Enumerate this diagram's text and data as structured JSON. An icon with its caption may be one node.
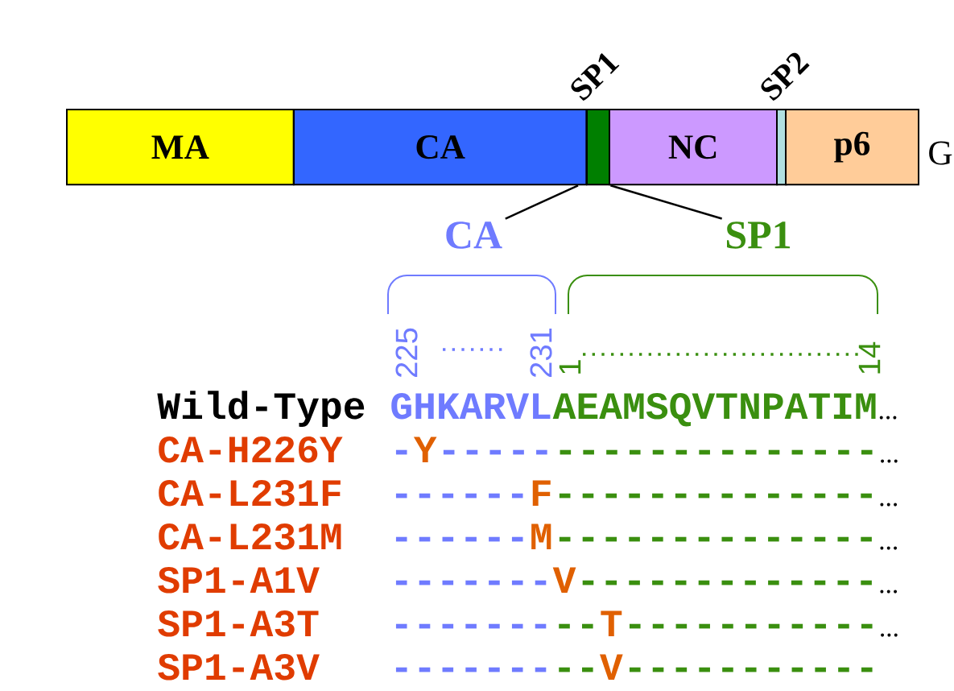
{
  "diagram": {
    "nodes": [
      {
        "text": [
          "MA"
        ]
      },
      {
        "text": [
          "CA"
        ]
      },
      {
        "text": [
          "SP1"
        ]
      },
      {
        "text": [
          "NC"
        ]
      },
      {
        "text": [
          "SP2"
        ]
      },
      {
        "text": [
          "p6"
        ]
      },
      {
        "text": [
          "CA"
        ]
      },
      {
        "text": [
          "SP1"
        ]
      }
    ],
    "edges": [
      {
        "from": 2,
        "to": 6,
        "arrow": "none"
      },
      {
        "from": 2,
        "to": 7,
        "arrow": "none"
      }
    ],
    "labels": [
      "G",
      "225",
      "231",
      "1",
      "14",
      "Wild-Type",
      "GHKARVL",
      "AEAMSQVTNPATIM",
      "...",
      "CA-H226Y",
      "-",
      "Y",
      "-----",
      "--------------",
      "...",
      "CA-L231F",
      "------",
      "F",
      "--------------",
      "...",
      "CA-L231M",
      "------",
      "M",
      "--------------",
      "...",
      "SP1-A1V",
      "-------",
      "V",
      "-------------",
      "...",
      "SP1-A3T",
      "-------",
      "--",
      "T",
      "-----------",
      "...",
      "SP1-A3V",
      "-------",
      "--",
      "V",
      "-----------"
    ]
  }
}
